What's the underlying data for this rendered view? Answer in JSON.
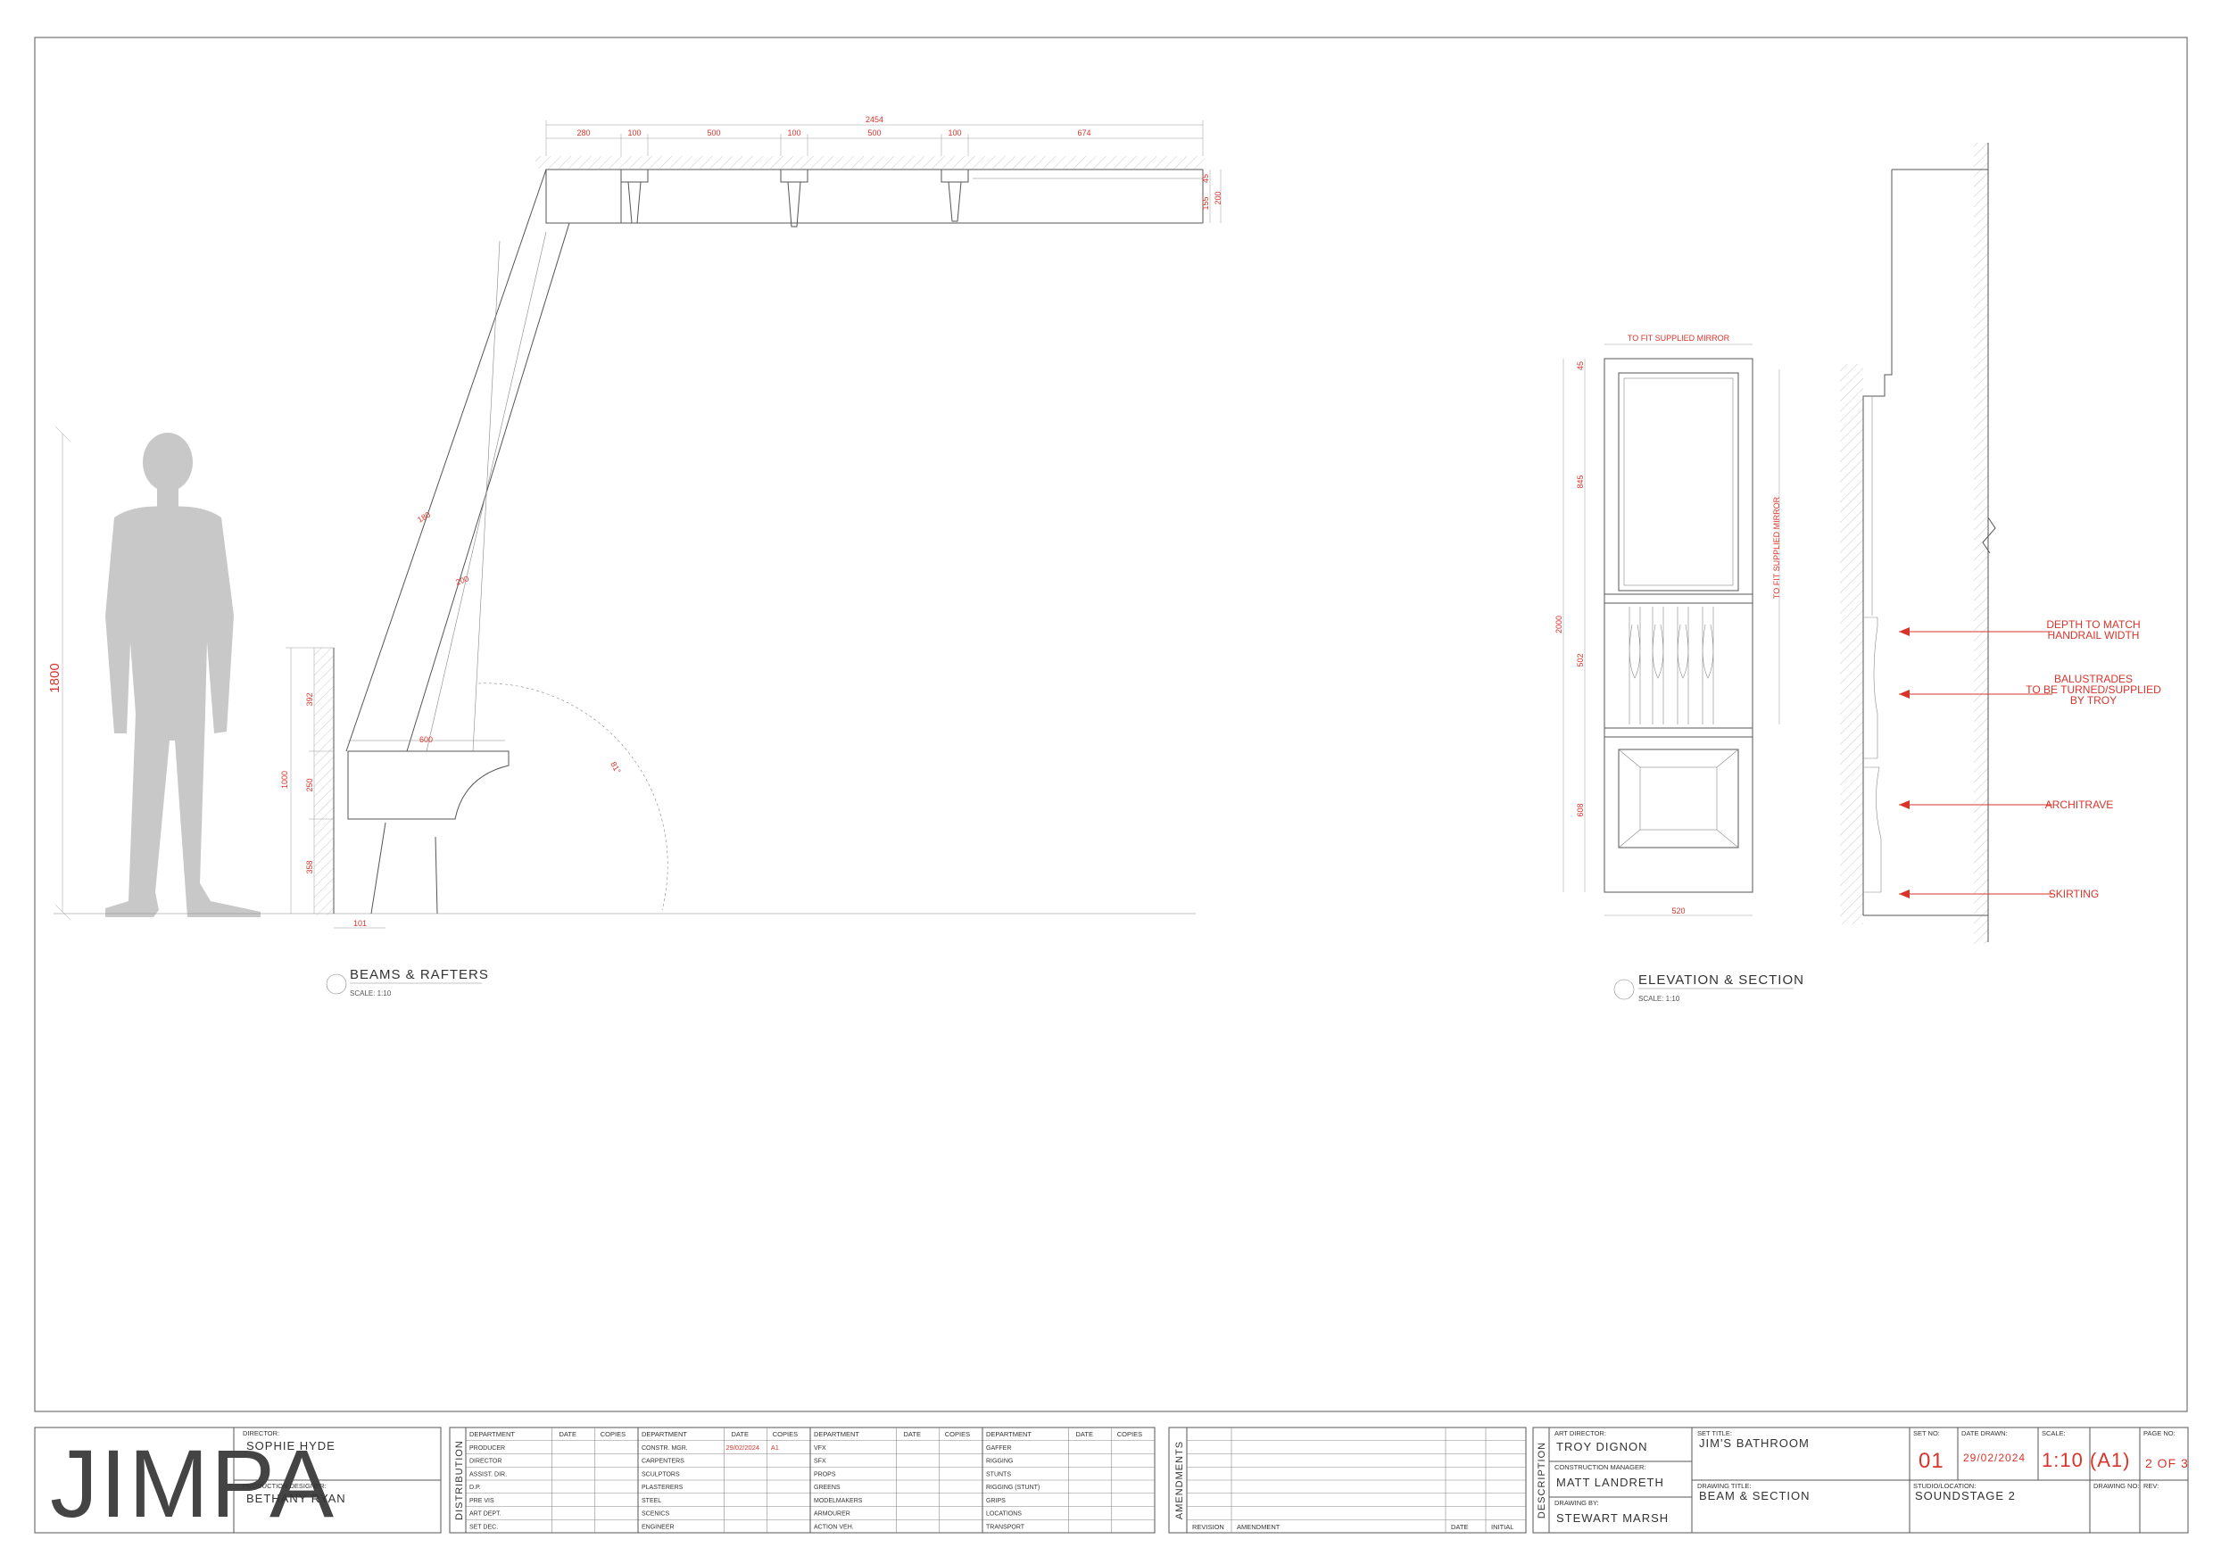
{
  "drawing_beams": {
    "title": "BEAMS & RAFTERS",
    "scale": "SCALE: 1:10",
    "figure_height": "1800",
    "dims": {
      "top_total": "2454",
      "top_segments": [
        "280",
        "100",
        "500",
        "100",
        "500",
        "100",
        "674"
      ],
      "right_small": "45",
      "right_a": "155",
      "right_b": "200",
      "rafter_a": "180",
      "rafter_b": "200",
      "angle": "81°",
      "left_top": "392",
      "left_mid": "250",
      "left_low": "358",
      "left_total": "1000",
      "shelf": "600",
      "bottom": "101"
    }
  },
  "drawing_elevation": {
    "title": "ELEVATION & SECTION",
    "scale": "SCALE: 1:10",
    "top_note": "TO FIT SUPPLIED MIRROR",
    "side_note": "TO FIT SUPPLIED MIRROR",
    "dims": {
      "top": "45",
      "mirror": "845",
      "rail": "502",
      "total": "2000",
      "lower": "608",
      "width": "520"
    },
    "callouts": [
      "DEPTH TO MATCH",
      "HANDRAIL WIDTH",
      "BALUSTRADES",
      "TO BE TURNED/SUPPLIED",
      "BY TROY",
      "ARCHITRAVE",
      "SKIRTING"
    ]
  },
  "title_block": {
    "logo": "JIMPA",
    "director_label": "DIRECTOR:",
    "director": "SOPHIE HYDE",
    "prod_designer_label": "PRODUCTION DESIGNER:",
    "prod_designer": "BETHANY RYAN",
    "distribution_label": "DISTRIBUTION",
    "dist_headers": [
      "DEPARTMENT",
      "DATE",
      "COPIES"
    ],
    "dist_col1": [
      "PRODUCER",
      "DIRECTOR",
      "ASSIST. DIR.",
      "D.P.",
      "PRE VIS",
      "ART DEPT.",
      "SET DEC."
    ],
    "dist_col2": [
      "CONSTR. MGR.",
      "CARPENTERS",
      "SCULPTORS",
      "PLASTERERS",
      "STEEL",
      "SCENICS",
      "ENGINEER"
    ],
    "dist_col3": [
      "VFX",
      "SFX",
      "PROPS",
      "GREENS",
      "MODELMAKERS",
      "ARMOURER",
      "ACTION VEH."
    ],
    "dist_col4": [
      "GAFFER",
      "RIGGING",
      "STUNTS",
      "RIGGING (STUNT)",
      "GRIPS",
      "LOCATIONS",
      "TRANSPORT"
    ],
    "constr_date": "29/02/2024",
    "constr_copies": "A1",
    "amendments_label": "AMENDMENTS",
    "amend_headers": [
      "REVISION",
      "AMENDMENT",
      "DATE",
      "INITIAL"
    ],
    "description_label": "DESCRIPTION",
    "art_director_label": "ART DIRECTOR:",
    "art_director": "TROY DIGNON",
    "constr_manager_label": "CONSTRUCTION MANAGER:",
    "constr_manager": "MATT LANDRETH",
    "drawn_by_label": "DRAWING BY:",
    "drawn_by": "STEWART MARSH",
    "set_title_label": "SET TITLE:",
    "set_title": "JIM'S BATHROOM",
    "drawing_title_label": "DRAWING TITLE:",
    "drawing_title": "BEAM & SECTION",
    "set_no_label": "SET NO:",
    "set_no": "01",
    "date_drawn_label": "DATE DRAWN:",
    "date_drawn": "29/02/2024",
    "scale_label": "SCALE:",
    "scale": "1:10 (A1)",
    "page_label": "PAGE NO:",
    "page": "2 OF 3",
    "studio_label": "STUDIO/LOCATION:",
    "studio": "SOUNDSTAGE 2",
    "drawing_no_label": "DRAWING NO:",
    "rev_label": "REV:"
  }
}
